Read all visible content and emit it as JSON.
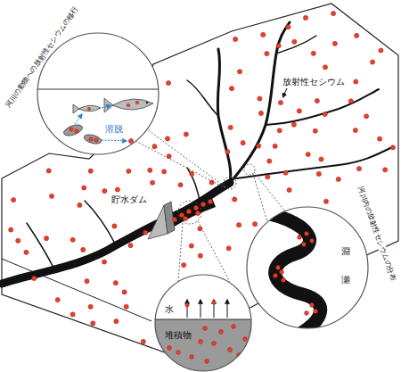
{
  "diagram": {
    "labels": [
      "河川の動物への放射性セシウムの移行",
      "溶脱",
      "放射性セシウム",
      "貯水ダム",
      "河川内の放射性セシウムの分布",
      "淵",
      "瀬",
      "水",
      "堆積物"
    ]
  }
}
